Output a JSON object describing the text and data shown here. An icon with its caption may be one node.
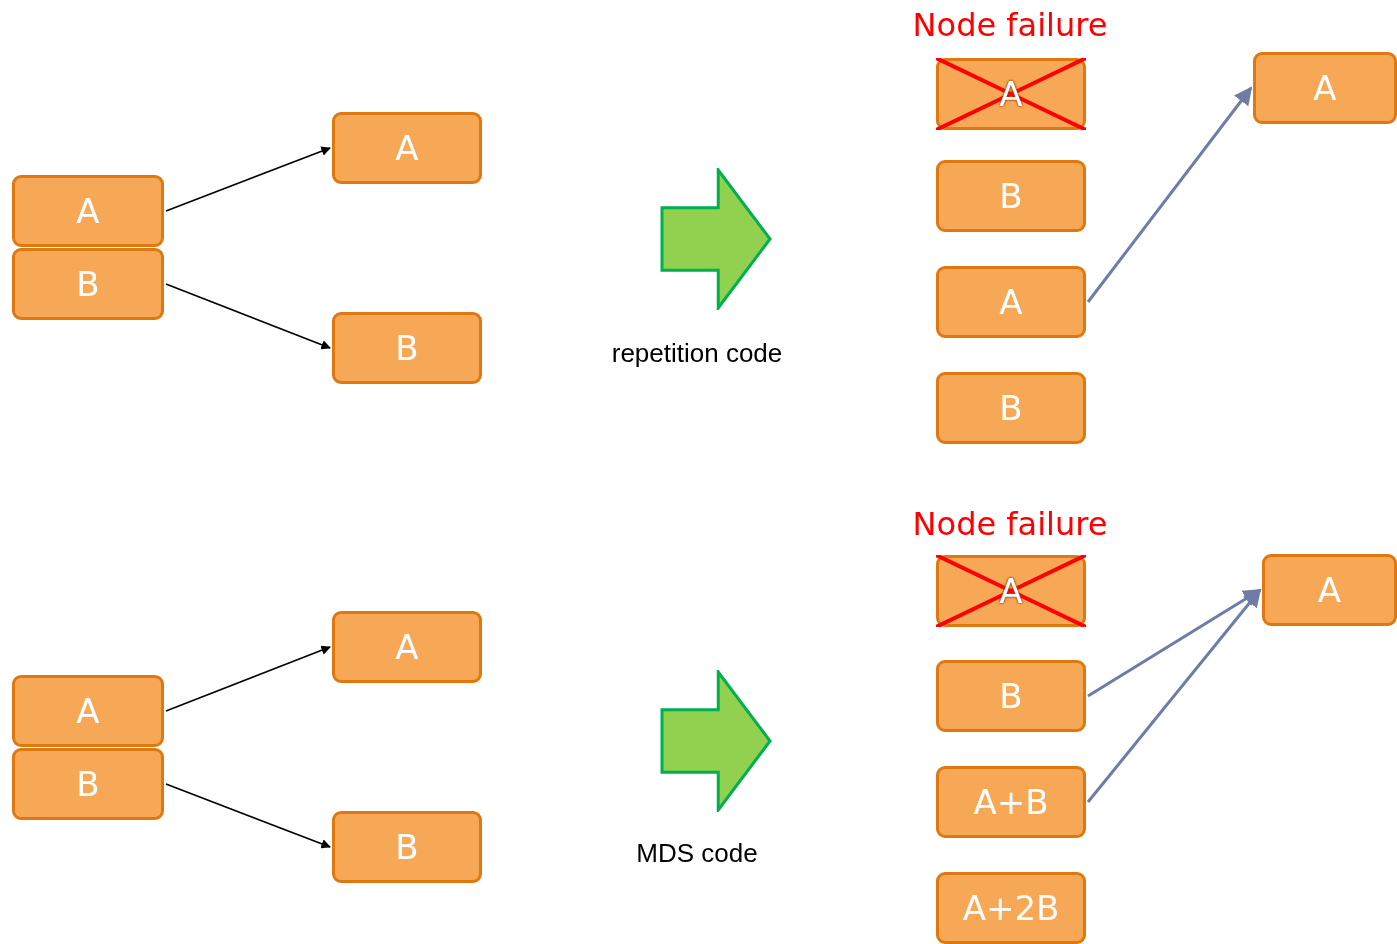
{
  "diagram": {
    "nodes": [
      {
        "text": [
          "A"
        ]
      },
      {
        "text": [
          "B"
        ]
      },
      {
        "text": [
          "A"
        ]
      },
      {
        "text": [
          "B"
        ]
      },
      {
        "text": [],
        "shape": "arrow",
        "beside": [
          "repetition code"
        ]
      },
      {
        "text": [
          "A"
        ],
        "beside": [
          "Node failure"
        ]
      },
      {
        "text": [
          "B"
        ]
      },
      {
        "text": [
          "A"
        ]
      },
      {
        "text": [
          "B"
        ]
      },
      {
        "text": [
          "A"
        ]
      },
      {
        "text": [
          "A"
        ]
      },
      {
        "text": [
          "B"
        ]
      },
      {
        "text": [
          "A"
        ]
      },
      {
        "text": [
          "B"
        ]
      },
      {
        "text": [],
        "shape": "arrow",
        "beside": [
          "MDS code"
        ]
      },
      {
        "text": [
          "A"
        ],
        "beside": [
          "Node failure"
        ]
      },
      {
        "text": [
          "B"
        ]
      },
      {
        "text": [
          "A+B"
        ]
      },
      {
        "text": [
          "A+2B"
        ]
      },
      {
        "text": [
          "A"
        ]
      }
    ],
    "edges": [
      {
        "from": 0,
        "to": 2,
        "arrow": "to"
      },
      {
        "from": 1,
        "to": 3,
        "arrow": "to"
      },
      {
        "from": 7,
        "to": 9,
        "arrow": "to",
        "color": "#6e7ca8"
      },
      {
        "from": 10,
        "to": 12,
        "arrow": "to"
      },
      {
        "from": 11,
        "to": 13,
        "arrow": "to"
      },
      {
        "from": 16,
        "to": 19,
        "arrow": "to",
        "color": "#6e7ca8"
      },
      {
        "from": 17,
        "to": 19,
        "arrow": "to",
        "color": "#6e7ca8"
      }
    ]
  }
}
